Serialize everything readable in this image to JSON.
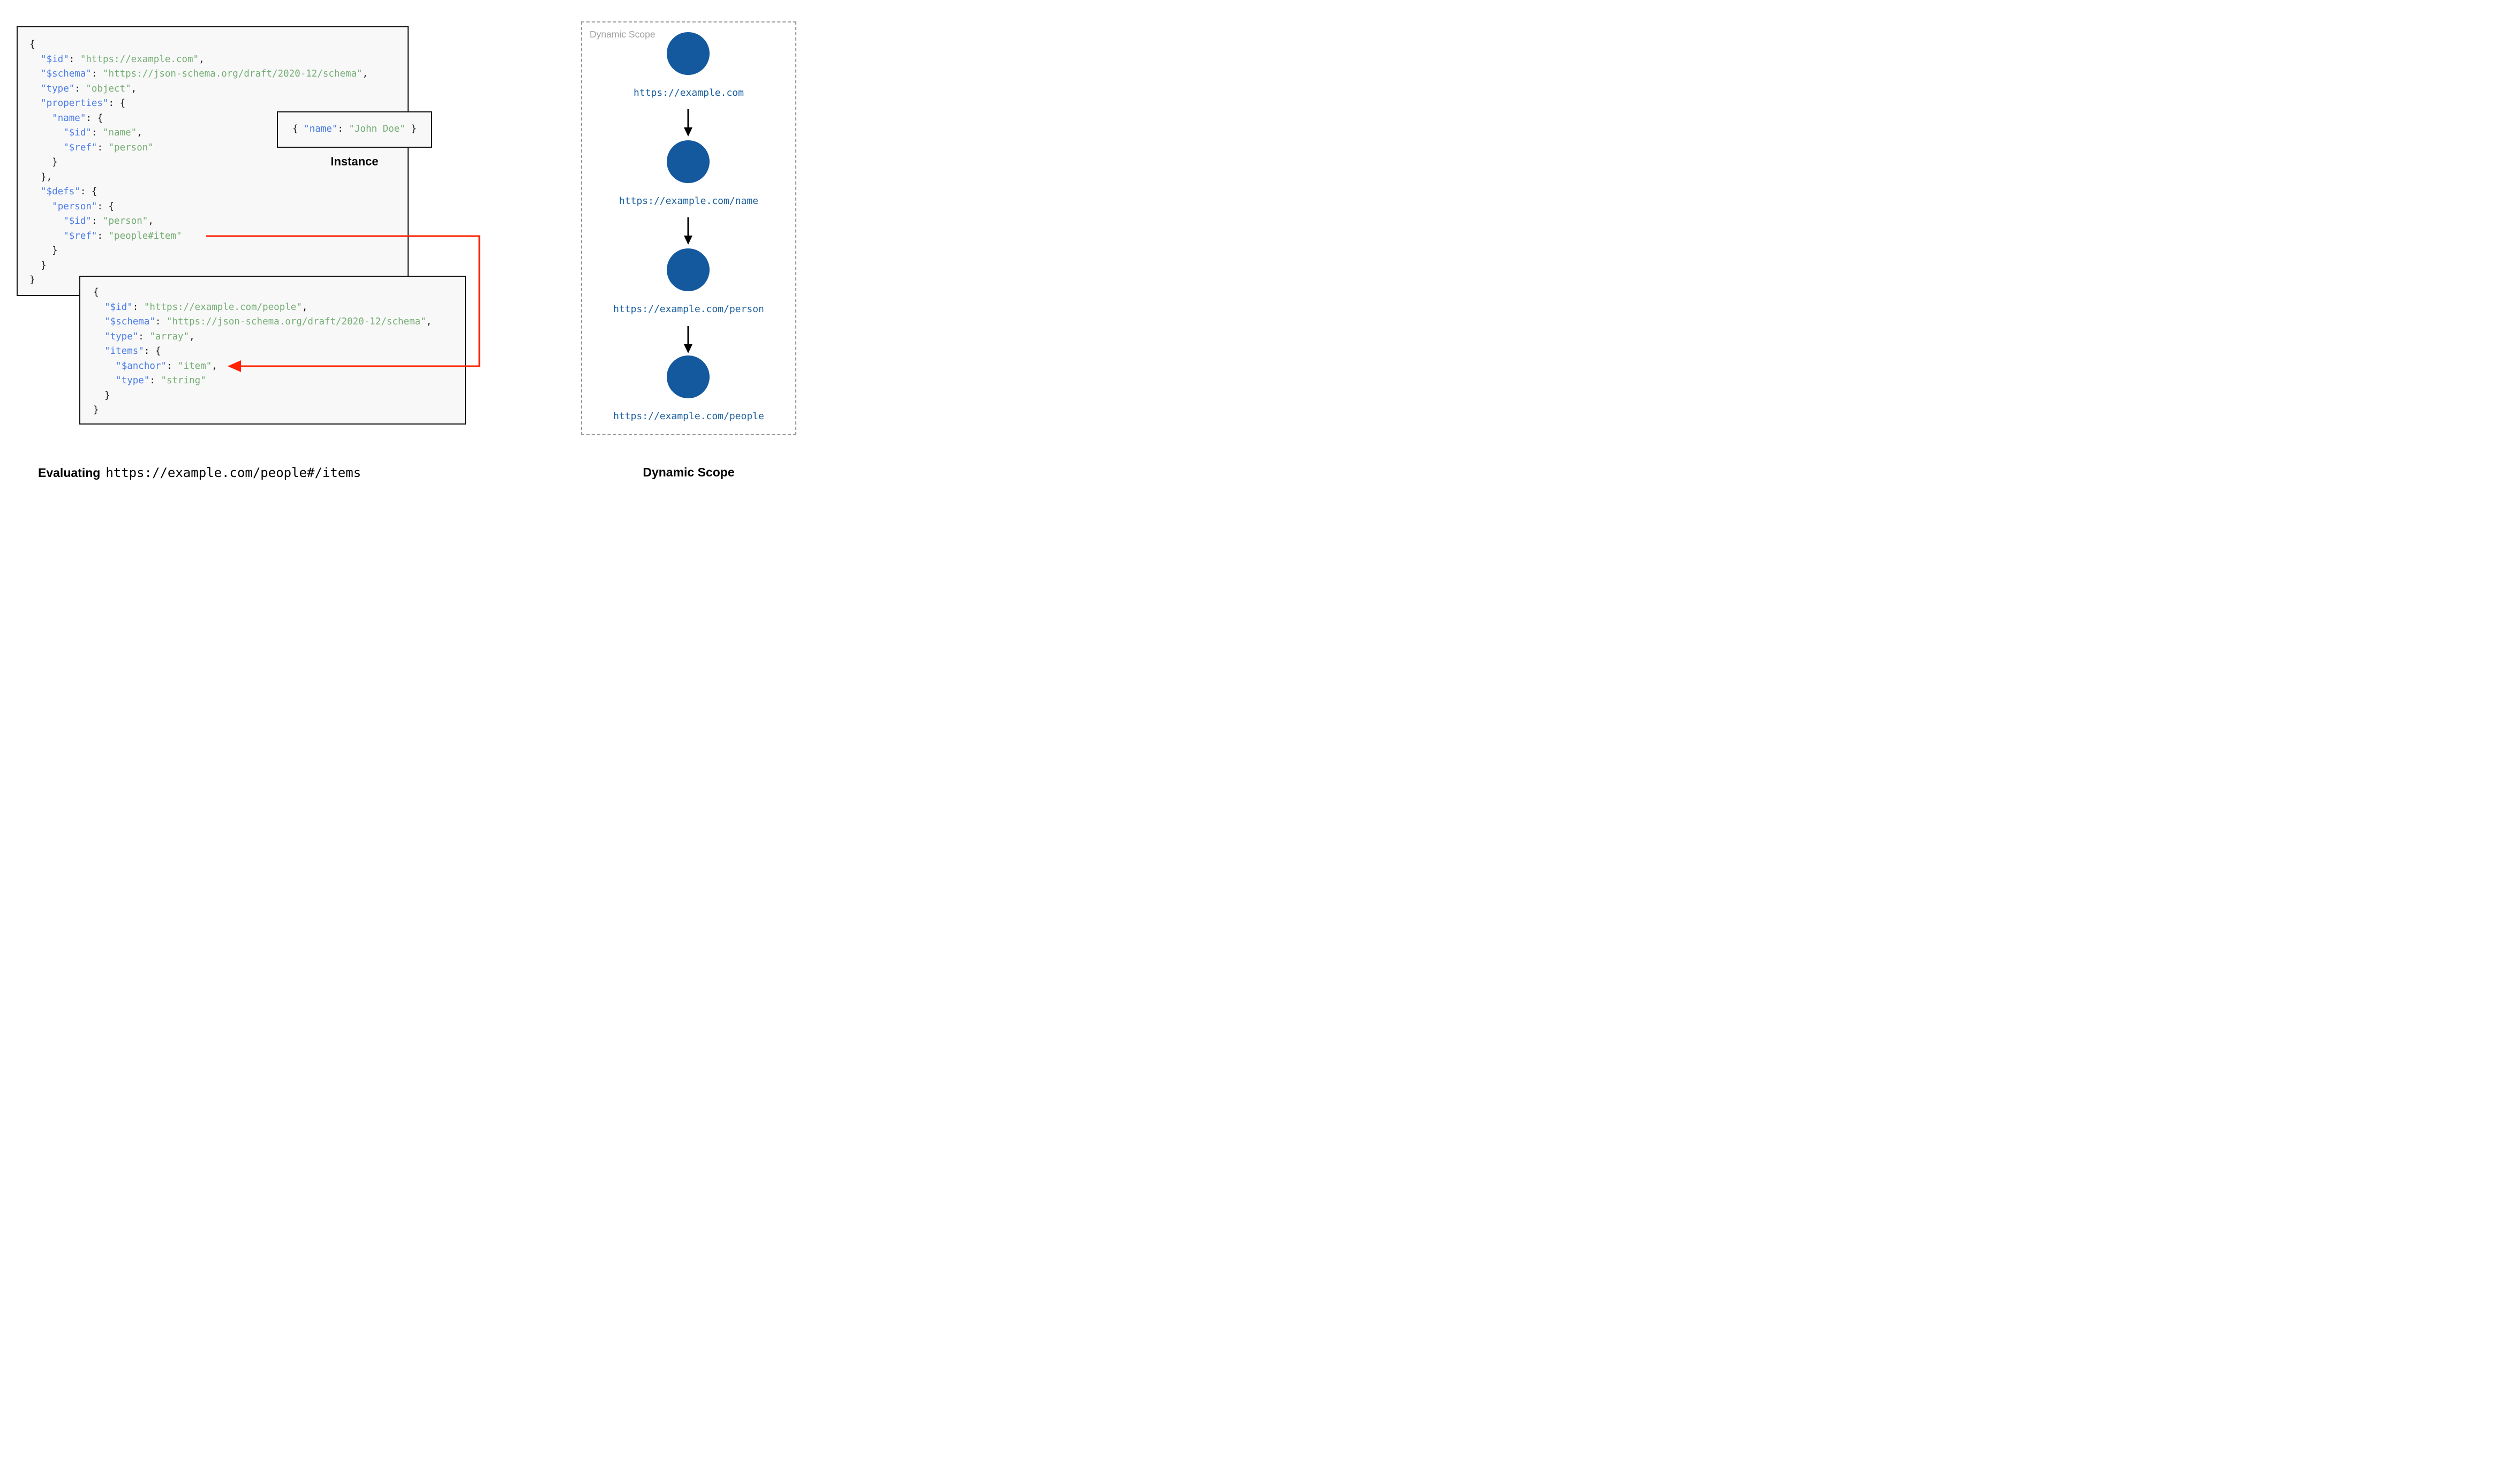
{
  "colors": {
    "key_blue": "#4A7CE8",
    "string_green": "#74AD74",
    "punctuation_black": "#1A1A1A",
    "code_background": "#F8F8F8",
    "box_border_black": "#141414",
    "red_arrow": "#FF2200",
    "scope_node_blue": "#14589E",
    "scope_url_blue": "#1A5E9E",
    "muted_gray": "#9E9E9E"
  },
  "schema1": {
    "lines": [
      [
        [
          "p",
          "{"
        ]
      ],
      [
        [
          "p",
          "  "
        ],
        [
          "k",
          "\"$id\""
        ],
        [
          "p",
          ": "
        ],
        [
          "s",
          "\"https://example.com\""
        ],
        [
          "p",
          ","
        ]
      ],
      [
        [
          "p",
          "  "
        ],
        [
          "k",
          "\"$schema\""
        ],
        [
          "p",
          ": "
        ],
        [
          "s",
          "\"https://json-schema.org/draft/2020-12/schema\""
        ],
        [
          "p",
          ","
        ]
      ],
      [
        [
          "p",
          "  "
        ],
        [
          "k",
          "\"type\""
        ],
        [
          "p",
          ": "
        ],
        [
          "s",
          "\"object\""
        ],
        [
          "p",
          ","
        ]
      ],
      [
        [
          "p",
          "  "
        ],
        [
          "k",
          "\"properties\""
        ],
        [
          "p",
          ": {"
        ]
      ],
      [
        [
          "p",
          "    "
        ],
        [
          "k",
          "\"name\""
        ],
        [
          "p",
          ": {"
        ]
      ],
      [
        [
          "p",
          "      "
        ],
        [
          "k",
          "\"$id\""
        ],
        [
          "p",
          ": "
        ],
        [
          "s",
          "\"name\""
        ],
        [
          "p",
          ","
        ]
      ],
      [
        [
          "p",
          "      "
        ],
        [
          "k",
          "\"$ref\""
        ],
        [
          "p",
          ": "
        ],
        [
          "s",
          "\"person\""
        ]
      ],
      [
        [
          "p",
          "    }"
        ]
      ],
      [
        [
          "p",
          "  },"
        ]
      ],
      [
        [
          "p",
          "  "
        ],
        [
          "k",
          "\"$defs\""
        ],
        [
          "p",
          ": {"
        ]
      ],
      [
        [
          "p",
          "    "
        ],
        [
          "k",
          "\"person\""
        ],
        [
          "p",
          ": {"
        ]
      ],
      [
        [
          "p",
          "      "
        ],
        [
          "k",
          "\"$id\""
        ],
        [
          "p",
          ": "
        ],
        [
          "s",
          "\"person\""
        ],
        [
          "p",
          ","
        ]
      ],
      [
        [
          "p",
          "      "
        ],
        [
          "k",
          "\"$ref\""
        ],
        [
          "p",
          ": "
        ],
        [
          "s",
          "\"people#item\""
        ]
      ],
      [
        [
          "p",
          "    }"
        ]
      ],
      [
        [
          "p",
          "  }"
        ]
      ],
      [
        [
          "p",
          "}"
        ]
      ]
    ]
  },
  "schema2": {
    "lines": [
      [
        [
          "p",
          "{"
        ]
      ],
      [
        [
          "p",
          "  "
        ],
        [
          "k",
          "\"$id\""
        ],
        [
          "p",
          ": "
        ],
        [
          "s",
          "\"https://example.com/people\""
        ],
        [
          "p",
          ","
        ]
      ],
      [
        [
          "p",
          "  "
        ],
        [
          "k",
          "\"$schema\""
        ],
        [
          "p",
          ": "
        ],
        [
          "s",
          "\"https://json-schema.org/draft/2020-12/schema\""
        ],
        [
          "p",
          ","
        ]
      ],
      [
        [
          "p",
          "  "
        ],
        [
          "k",
          "\"type\""
        ],
        [
          "p",
          ": "
        ],
        [
          "s",
          "\"array\""
        ],
        [
          "p",
          ","
        ]
      ],
      [
        [
          "p",
          "  "
        ],
        [
          "k",
          "\"items\""
        ],
        [
          "p",
          ": {"
        ]
      ],
      [
        [
          "p",
          "    "
        ],
        [
          "k",
          "\"$anchor\""
        ],
        [
          "p",
          ": "
        ],
        [
          "s",
          "\"item\""
        ],
        [
          "p",
          ","
        ]
      ],
      [
        [
          "p",
          "    "
        ],
        [
          "k",
          "\"type\""
        ],
        [
          "p",
          ": "
        ],
        [
          "s",
          "\"string\""
        ]
      ],
      [
        [
          "p",
          "  }"
        ]
      ],
      [
        [
          "p",
          "}"
        ]
      ]
    ]
  },
  "instance": {
    "lines": [
      [
        [
          "p",
          "{ "
        ],
        [
          "k",
          "\"name\""
        ],
        [
          "p",
          ": "
        ],
        [
          "s",
          "\"John Doe\""
        ],
        [
          "p",
          " }"
        ]
      ]
    ],
    "caption": "Instance"
  },
  "evaluating": {
    "prefix": "Evaluating",
    "uri": "https://example.com/people#/items"
  },
  "scope_panel": {
    "watermark": "Dynamic Scope",
    "caption": "Dynamic Scope",
    "nodes": [
      {
        "label": "https://example.com"
      },
      {
        "label": "https://example.com/name"
      },
      {
        "label": "https://example.com/person"
      },
      {
        "label": "https://example.com/people"
      }
    ]
  }
}
